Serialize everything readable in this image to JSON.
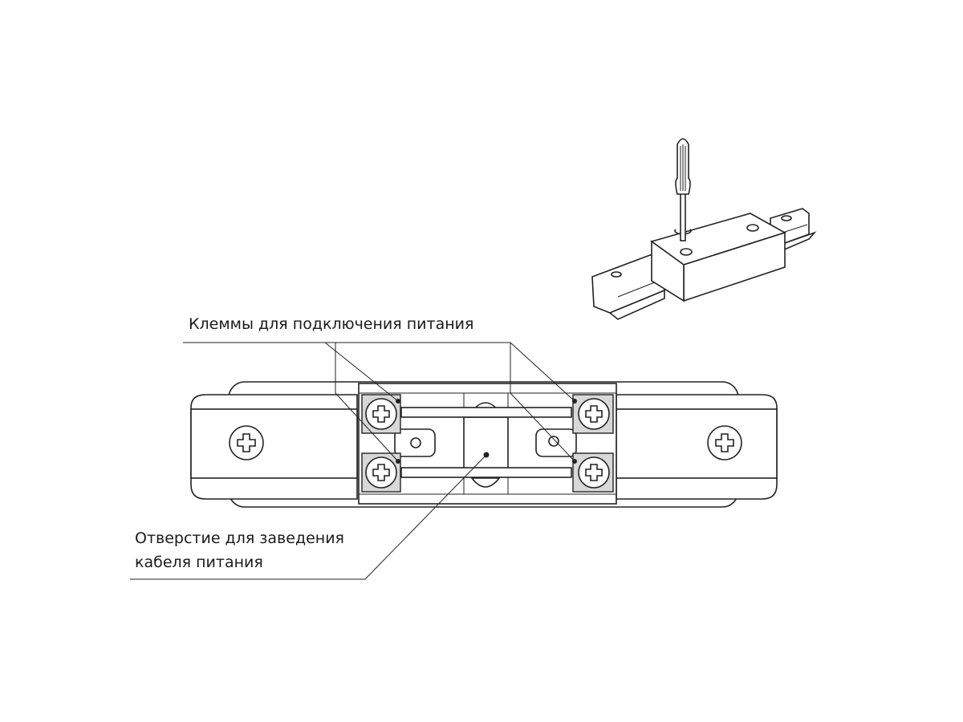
{
  "labels": {
    "terminals": "Клеммы для подключения питания",
    "cable_hole_line1": "Отверстие для заведения",
    "cable_hole_line2": "кабеля питания"
  }
}
